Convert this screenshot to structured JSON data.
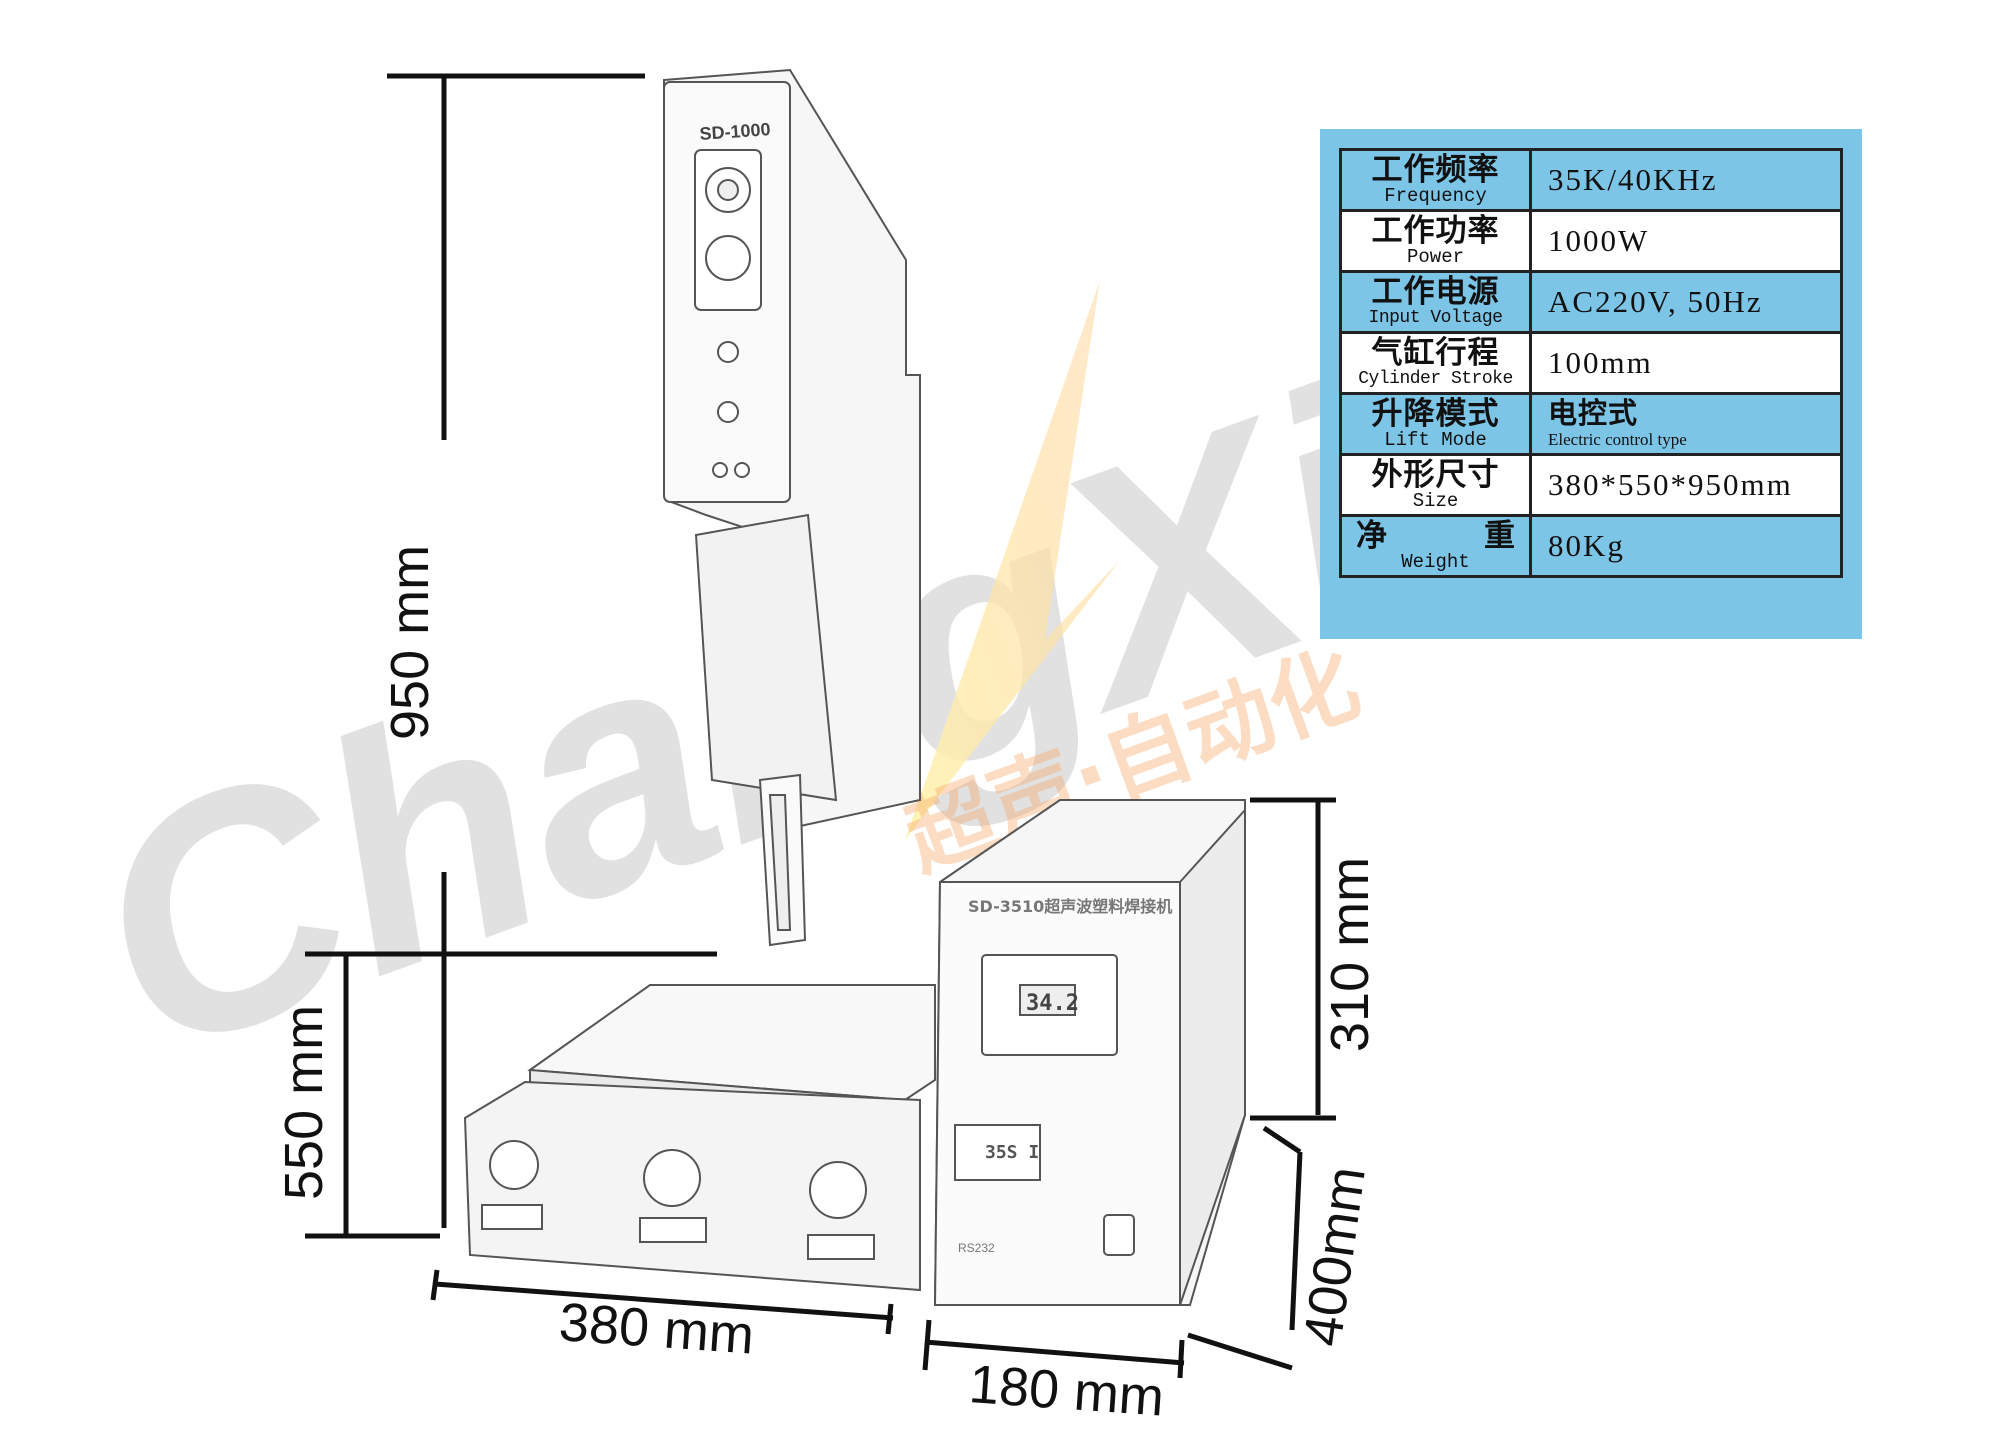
{
  "watermark": {
    "logo_text": "ChangXing",
    "cn_text": "超声·自动化"
  },
  "machine": {
    "model_label": "SD-1000",
    "generator_label": "SD-3510超声波塑料焊接机",
    "display_value": "34.2",
    "freq_display": "35S I",
    "port_label": "RS232"
  },
  "dimensions": {
    "height_total": "950 mm",
    "height_base": "550 mm",
    "width_base": "380 mm",
    "width_generator": "180 mm",
    "depth_generator": "400mm",
    "height_generator": "310 mm"
  },
  "specs": [
    {
      "zh": "工作频率",
      "en": "Frequency",
      "value": "35K/40KHz"
    },
    {
      "zh": "工作功率",
      "en": "Power",
      "value": "1000W"
    },
    {
      "zh": "工作电源",
      "en": "Input Voltage",
      "value": "AC220V, 50Hz"
    },
    {
      "zh": "气缸行程",
      "en": "Cylinder Stroke",
      "value": "100mm"
    },
    {
      "zh": "升降模式",
      "en": "Lift Mode",
      "value_zh": "电控式",
      "value_en": "Electric control type"
    },
    {
      "zh": "外形尺寸",
      "en": "Size",
      "value": "380*550*950mm"
    },
    {
      "zh_a": "净",
      "zh_b": "重",
      "en": "Weight",
      "value": "80Kg"
    }
  ],
  "colors": {
    "spec_blue": "#7cc5e6",
    "border": "#222222",
    "line_art": "#555555"
  }
}
